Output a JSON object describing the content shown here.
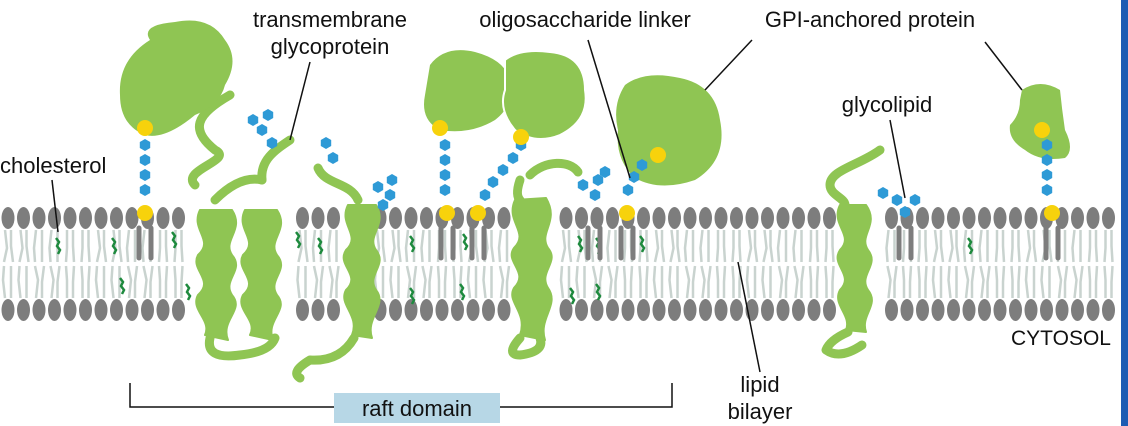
{
  "labels": {
    "transmembrane_line1": "transmembrane",
    "transmembrane_line2": "glycoprotein",
    "oligosaccharide": "oligosaccharide linker",
    "gpi": "GPI-anchored protein",
    "glycolipid": "glycolipid",
    "cholesterol": "cholesterol",
    "cytosol": "CYTOSOL",
    "lipid_line1": "lipid",
    "lipid_line2": "bilayer",
    "raft": "raft domain"
  },
  "colors": {
    "protein": "#8fc553",
    "lipid_head": "#7d7d7d",
    "lipid_tail": "#c9d3cf",
    "sugar": "#2e9ad6",
    "anchor": "#f7d20c",
    "cholesterol": "#1e8a3e",
    "raft_box": "#b7d7e6",
    "frame_edge": "#1e5cb3"
  }
}
